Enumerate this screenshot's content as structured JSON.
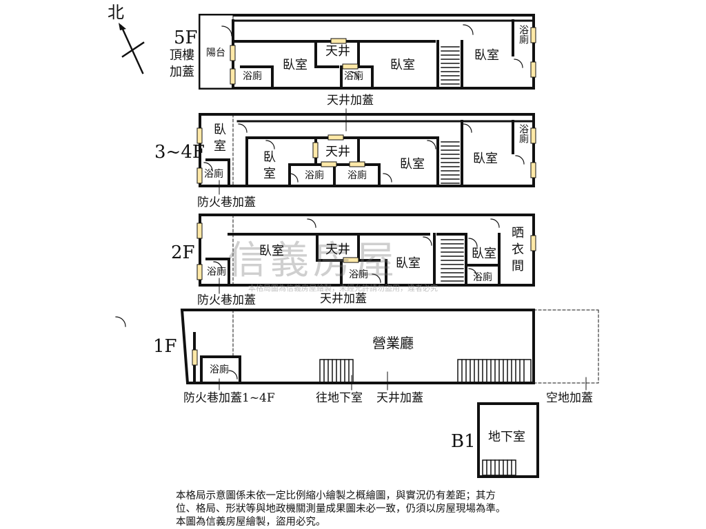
{
  "compass": {
    "north_label": "北"
  },
  "floors": {
    "f5": {
      "label": "5F",
      "sub1": "頂樓",
      "sub2": "加蓋"
    },
    "f34": {
      "label": "3~4F"
    },
    "f2": {
      "label": "2F"
    },
    "f1": {
      "label": "1F"
    },
    "b1": {
      "label": "B1"
    }
  },
  "rooms": {
    "balcony": "陽台",
    "bath": "浴廁",
    "bedroom": "臥室",
    "bed_a": "臥",
    "bed_b": "室",
    "light_well": "天井",
    "laundry_1": "晒",
    "laundry_2": "衣",
    "laundry_3": "間",
    "business_hall": "營業廳",
    "basement": "地下室"
  },
  "annotations": {
    "light_well_addition": "天井加蓋",
    "firelane_addition": "防火巷加蓋",
    "firelane_addition_1_4f": "防火巷加蓋1~4F",
    "to_basement": "往地下室",
    "open_space_addition": "空地加蓋"
  },
  "watermark": {
    "brand": "信義房屋",
    "notice": "本格局圖為信義房屋繪製，未經允許請勿盜用，違者必究"
  },
  "disclaimer": {
    "line1": "本格局示意圖係未依一定比例縮小繪製之概繪圖，與實況仍有差距；其方",
    "line2": "位、格局、形狀等與地政機關測量成果圖未必一致，仍須以房屋現場為準。",
    "line3": "本圖為信義房屋繪製，盜用必究。"
  }
}
